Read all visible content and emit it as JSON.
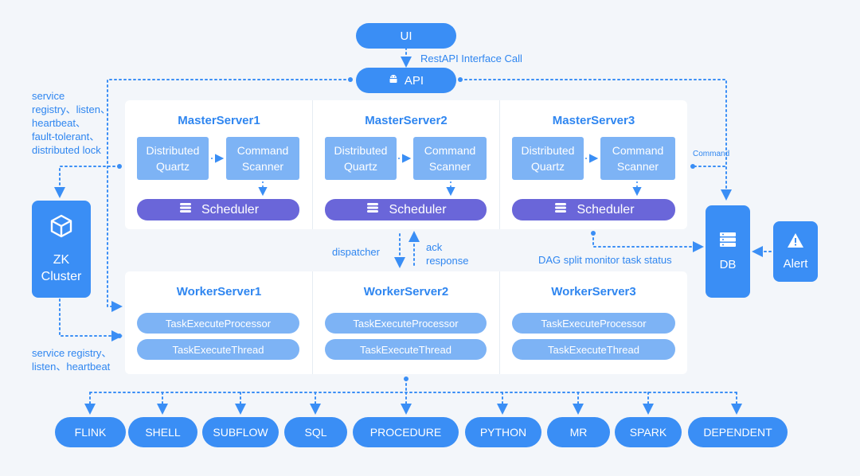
{
  "ui_label": "UI",
  "restapi_label": "RestAPI Interface Call",
  "api_label": "API",
  "zk_label": [
    "ZK",
    "Cluster"
  ],
  "db_label": "DB",
  "alert_label": "Alert",
  "left_note_top": [
    "service",
    "registry、listen、",
    "heartbeat、",
    "fault-tolerant、",
    "distributed lock"
  ],
  "left_note_bottom": [
    "service registry、",
    "listen、heartbeat"
  ],
  "command_note": "Command",
  "dispatcher_note": "dispatcher",
  "ack_note": [
    "ack",
    "response"
  ],
  "dag_note": "DAG split monitor task status",
  "masters": [
    {
      "title": "MasterServer1",
      "left": [
        "Distributed",
        "Quartz"
      ],
      "right": [
        "Command",
        "Scanner"
      ],
      "scheduler": "Scheduler"
    },
    {
      "title": "MasterServer2",
      "left": [
        "Distributed",
        "Quartz"
      ],
      "right": [
        "Command",
        "Scanner"
      ],
      "scheduler": "Scheduler"
    },
    {
      "title": "MasterServer3",
      "left": [
        "Distributed",
        "Quartz"
      ],
      "right": [
        "Command",
        "Scanner"
      ],
      "scheduler": "Scheduler"
    }
  ],
  "workers": [
    {
      "title": "WorkerServer1",
      "processor": "TaskExecuteProcessor",
      "thread": "TaskExecuteThread"
    },
    {
      "title": "WorkerServer2",
      "processor": "TaskExecuteProcessor",
      "thread": "TaskExecuteThread"
    },
    {
      "title": "WorkerServer3",
      "processor": "TaskExecuteProcessor",
      "thread": "TaskExecuteThread"
    }
  ],
  "tasks": [
    "FLINK",
    "SHELL",
    "SUBFLOW",
    "SQL",
    "PROCEDURE",
    "PYTHON",
    "MR",
    "SPARK",
    "DEPENDENT"
  ],
  "colors": {
    "primary": "#3a8ef5",
    "light": "#7db3f5",
    "scheduler": "#6a66d9",
    "text": "#2f86f0",
    "background": "#f3f6fa"
  },
  "icons": {
    "api": "android-icon",
    "zk": "cube-icon",
    "db": "server-icon",
    "alert": "warning-icon",
    "scheduler": "stack-icon"
  }
}
